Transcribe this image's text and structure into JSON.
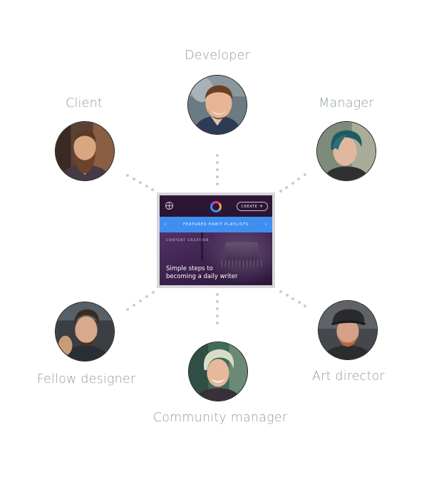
{
  "roles": [
    {
      "key": "developer",
      "label": "Developer",
      "icon": "developer-avatar-icon"
    },
    {
      "key": "client",
      "label": "Client",
      "icon": "client-avatar-icon"
    },
    {
      "key": "manager",
      "label": "Manager",
      "icon": "manager-avatar-icon"
    },
    {
      "key": "fellow_designer",
      "label": "Fellow designer",
      "icon": "fellow-designer-avatar-icon"
    },
    {
      "key": "art_director",
      "label": "Art director",
      "icon": "art-director-avatar-icon"
    },
    {
      "key": "community_manager",
      "label": "Community manager",
      "icon": "community-manager-avatar-icon"
    }
  ],
  "app_preview": {
    "create_label": "CREATE",
    "create_icon": "plus-icon",
    "globe_icon": "globe-icon",
    "logo_icon": "ring-logo-icon",
    "featured_label": "FEATURED HABIT PLAYLISTS",
    "category": "CONTENT CREATION",
    "title_line1": "Simple steps to",
    "title_line2": "becoming a daily writer"
  },
  "colors": {
    "label_gray": "#8e9ba3",
    "dot_gray": "#c8cdd0",
    "app_purple": "#2a1534",
    "featured_blue": "#3f8ff0"
  }
}
